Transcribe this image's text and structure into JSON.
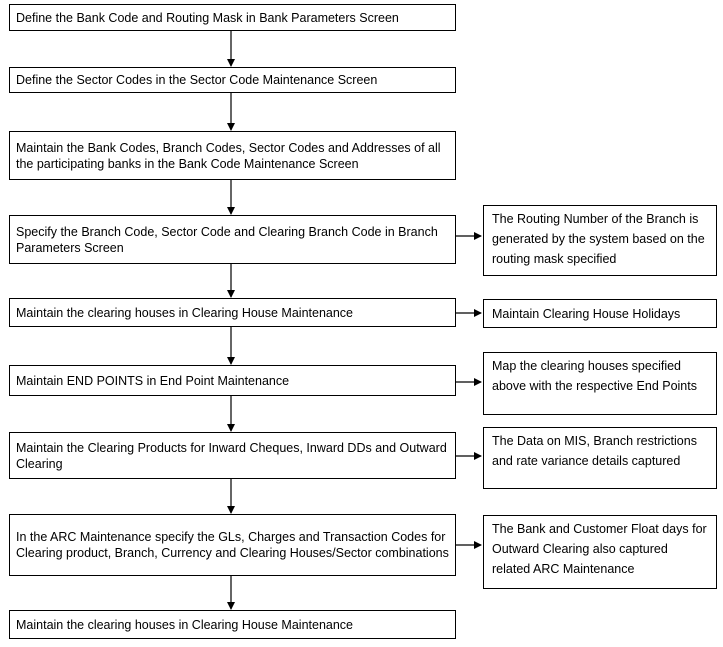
{
  "steps": [
    "Define the Bank Code and Routing Mask in Bank Parameters Screen",
    "Define the Sector Codes in the Sector Code Maintenance Screen",
    "Maintain the Bank Codes, Branch Codes, Sector Codes and Addresses of all the participating banks in the Bank Code Maintenance Screen",
    "Specify the Branch Code, Sector Code and Clearing Branch Code in Branch Parameters Screen",
    "Maintain the clearing houses in Clearing House Maintenance",
    "Maintain END POINTS in End Point Maintenance",
    "Maintain the Clearing Products for Inward Cheques, Inward DDs and Outward Clearing",
    "In the ARC Maintenance specify the GLs, Charges and Transaction Codes for Clearing product, Branch, Currency and Clearing Houses/Sector combinations",
    "Maintain the clearing houses in Clearing House Maintenance"
  ],
  "notes": {
    "routing_number": "The Routing Number of the Branch is generated by the system based on the routing mask specified",
    "clearing_holidays": "Maintain Clearing House Holidays",
    "map_end_points": "Map the clearing houses specified above with the respective End Points",
    "mis_data": "The Data on MIS, Branch restrictions and rate variance details captured",
    "float_days": "The Bank and Customer Float days for Outward Clearing also captured related ARC Maintenance"
  }
}
